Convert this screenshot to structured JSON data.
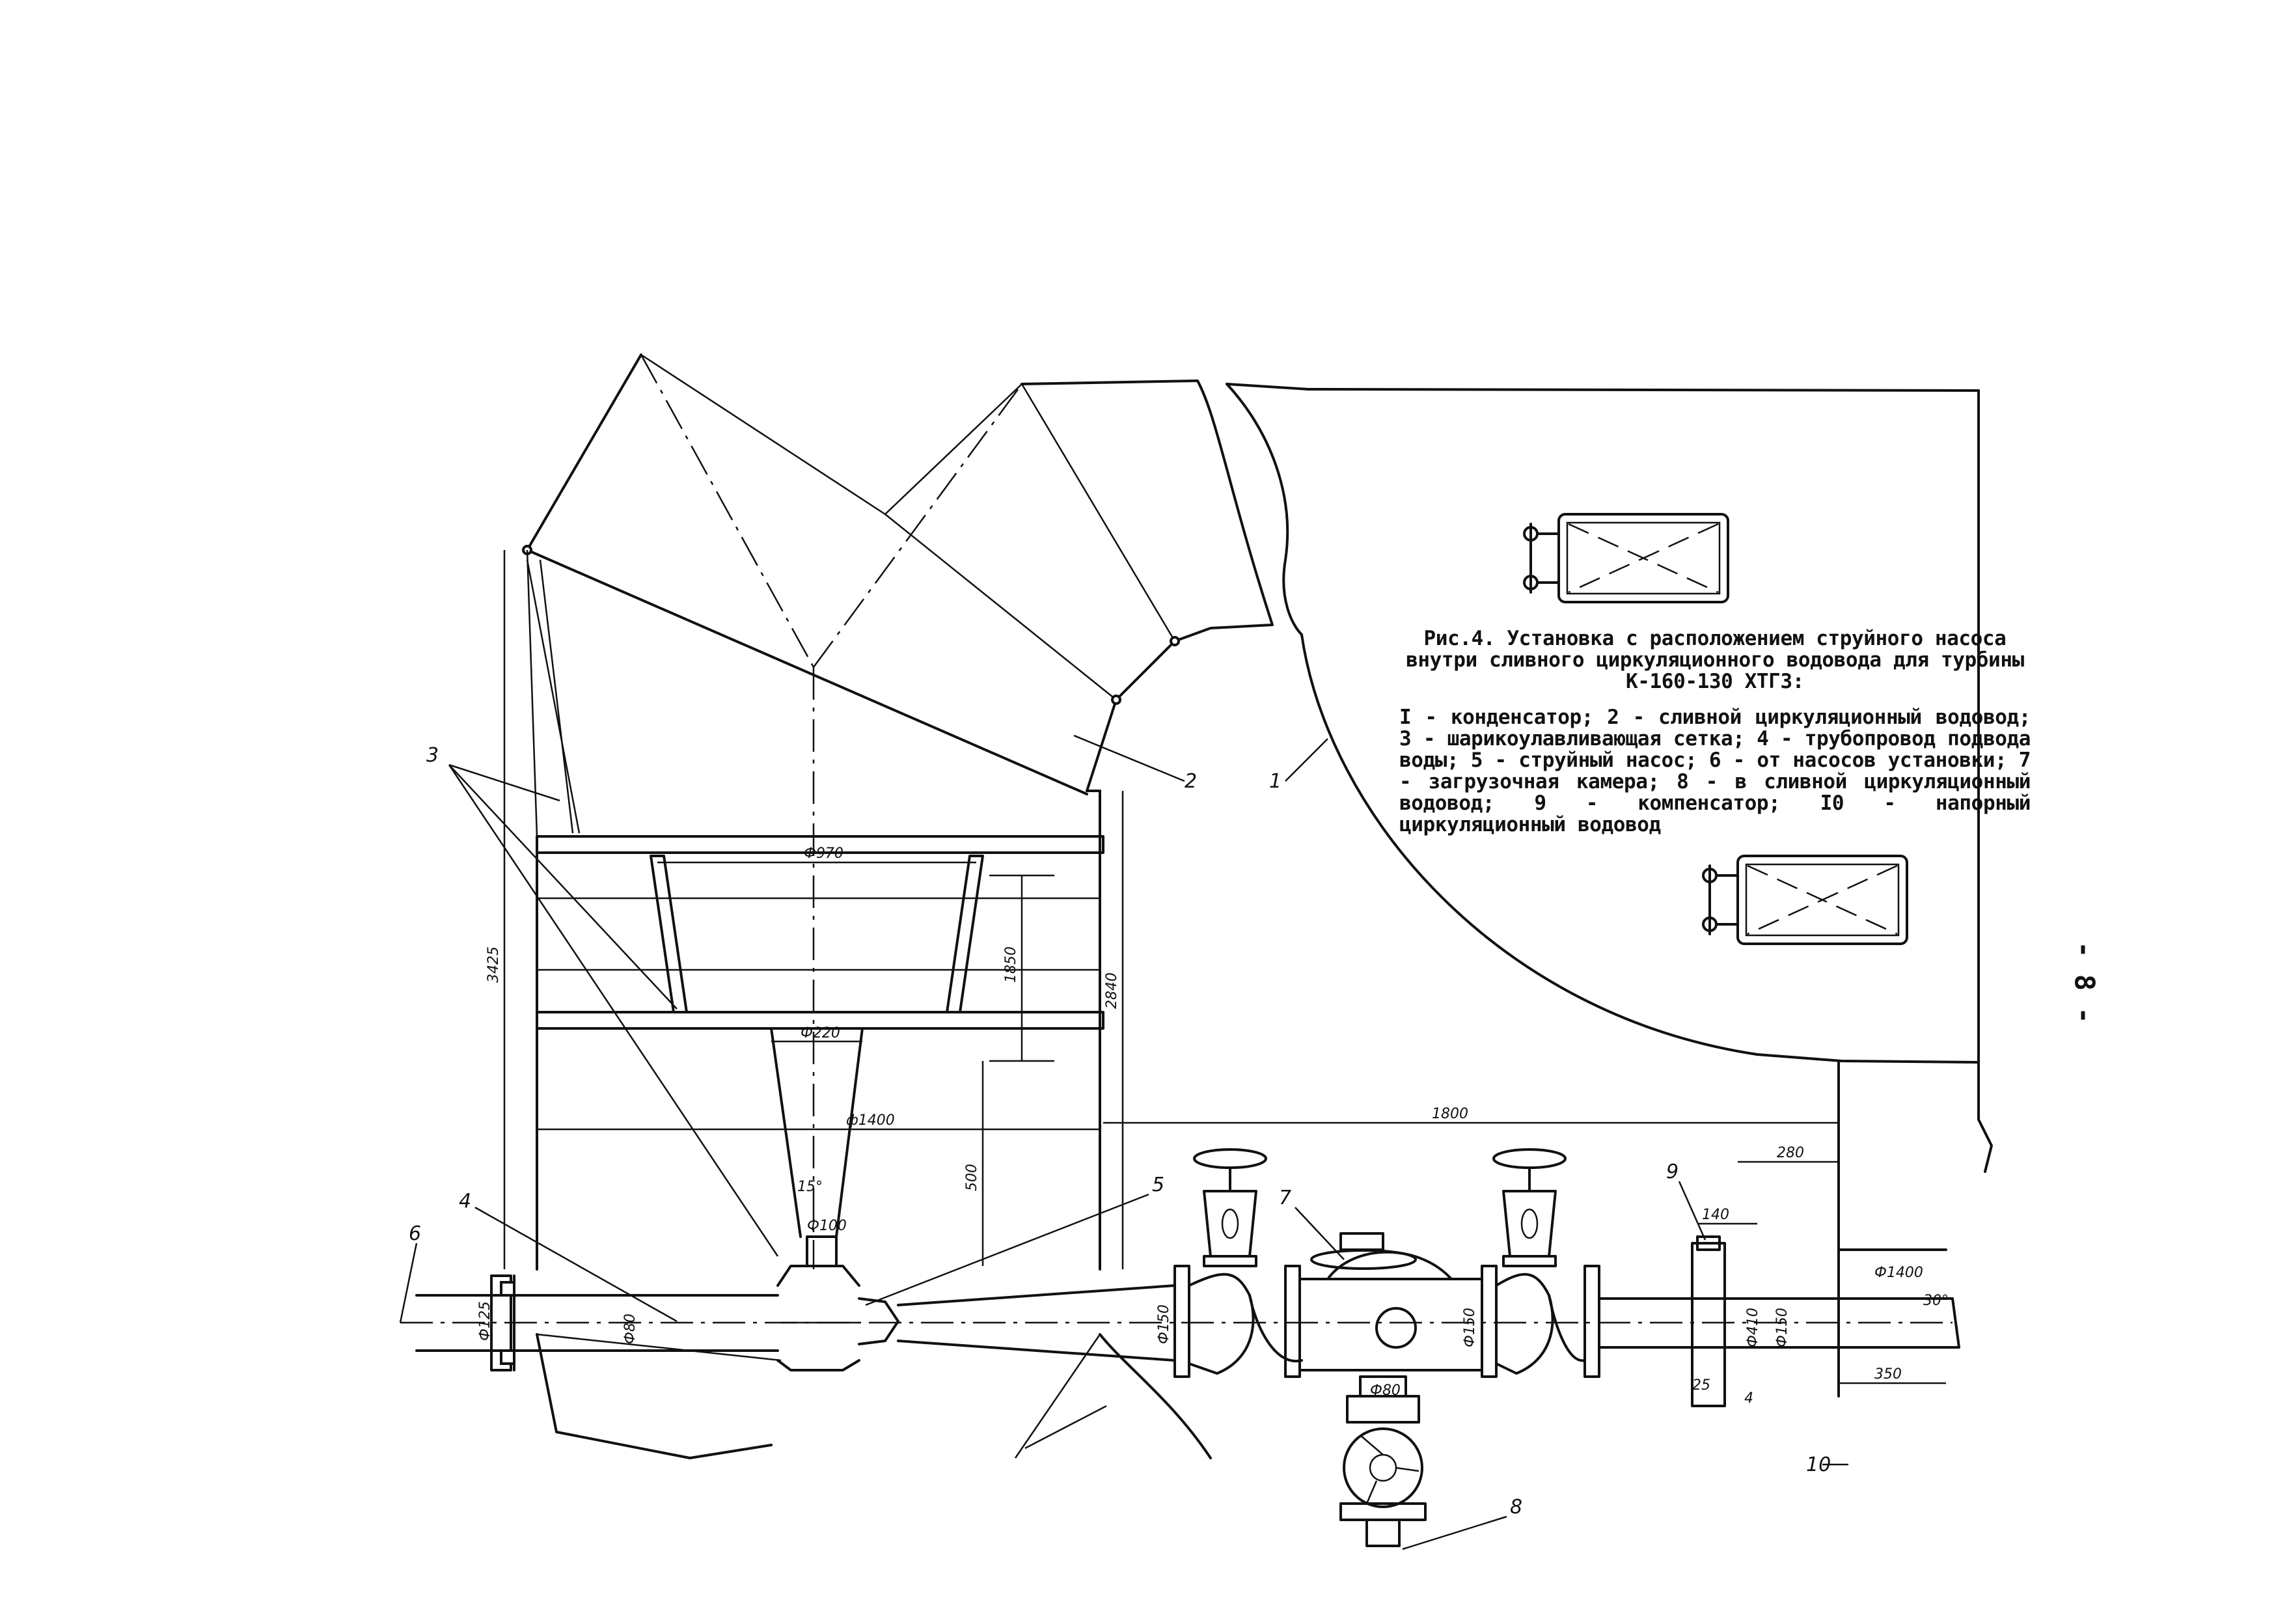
{
  "caption": {
    "title": "Рис.4. Установка с расположением струйного насоса внутри сливного циркуляционного водовода для турбины К-160-130 ХТГЗ:",
    "legend": [
      "I - конденсатор;",
      "2 - сливной циркуляционный водовод;",
      "3 - шарикоулавливающая сетка;",
      "4 - трубопровод подвода воды;",
      "5 - струйный насос;",
      "6 - от насосов установки;",
      "7 - загрузочная камера;",
      "8 - в сливной циркуляционный водовод;",
      "9 - компенсатор;",
      "I0 - напорный циркуляционный водовод"
    ]
  },
  "page_number": "- 8 -",
  "callouts": {
    "c1": "1",
    "c2": "2",
    "c3": "3",
    "c4": "4",
    "c5": "5",
    "c6": "6",
    "c7": "7",
    "c8": "8",
    "c9": "9",
    "c10": "10"
  },
  "dimensions": {
    "d3425": "3425",
    "d2840": "2840",
    "d970": "Ф970",
    "d1850": "1850",
    "d220": "Ф220",
    "d1400a": "ф1400",
    "d500": "500",
    "d15deg": "15°",
    "d100": "Ф100",
    "d80": "Ф80",
    "d125": "Ф125",
    "d150a": "Ф150",
    "d150b": "Ф150",
    "d150c": "Ф150",
    "d80b": "Ф80",
    "d1800": "1800",
    "d280": "280",
    "d140": "140",
    "d410": "Ф410",
    "d25": "25",
    "d4": "4",
    "d1400b": "Ф1400",
    "d30deg": "30°",
    "d350": "350"
  }
}
